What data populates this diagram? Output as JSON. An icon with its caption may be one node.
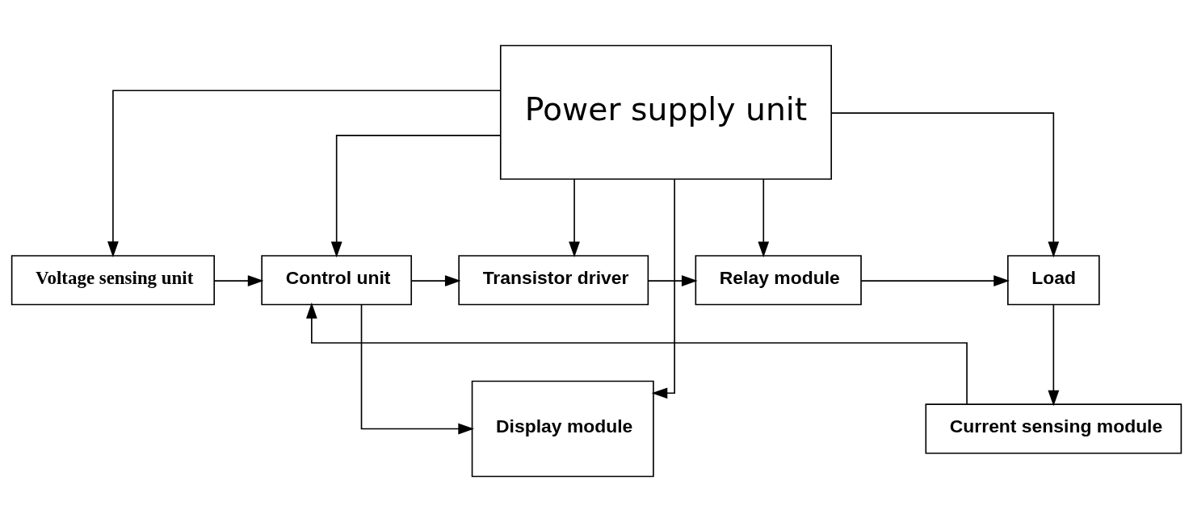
{
  "diagram": {
    "nodes": [
      {
        "text": [
          "Power supply unit"
        ]
      },
      {
        "text": [
          "Voltage sensing unit"
        ]
      },
      {
        "text": [
          "Control unit"
        ]
      },
      {
        "text": [
          "Transistor driver"
        ]
      },
      {
        "text": [
          "Relay module"
        ]
      },
      {
        "text": [
          "Load"
        ]
      },
      {
        "text": [
          "Current sensing module"
        ]
      },
      {
        "text": [
          "Display module"
        ]
      }
    ],
    "edges": [
      {
        "from": 0,
        "to": 1,
        "arrow": "to"
      },
      {
        "from": 0,
        "to": 2,
        "arrow": "to"
      },
      {
        "from": 0,
        "to": 3,
        "arrow": "to"
      },
      {
        "from": 0,
        "to": 4,
        "arrow": "to"
      },
      {
        "from": 0,
        "to": 5,
        "arrow": "to"
      },
      {
        "from": 0,
        "to": 7,
        "arrow": "to"
      },
      {
        "from": 1,
        "to": 2,
        "arrow": "to"
      },
      {
        "from": 2,
        "to": 3,
        "arrow": "to"
      },
      {
        "from": 3,
        "to": 4,
        "arrow": "to"
      },
      {
        "from": 4,
        "to": 5,
        "arrow": "to"
      },
      {
        "from": 5,
        "to": 6,
        "arrow": "to"
      },
      {
        "from": 6,
        "to": 2,
        "arrow": "to"
      },
      {
        "from": 2,
        "to": 7,
        "arrow": "to"
      }
    ]
  }
}
